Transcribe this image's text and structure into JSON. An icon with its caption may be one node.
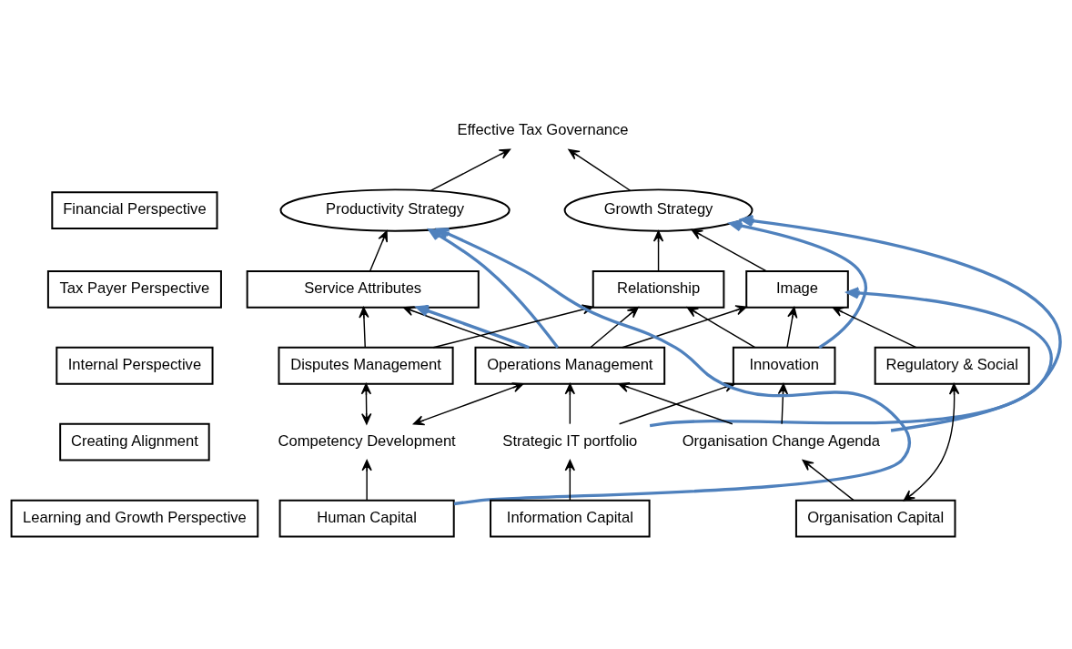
{
  "diagram": {
    "nodes": [
      {
        "text": [
          "Financial Perspective"
        ]
      },
      {
        "text": [
          "Tax Payer Perspective"
        ]
      },
      {
        "text": [
          "Internal Perspective"
        ]
      },
      {
        "text": [
          "Creating Alignment"
        ]
      },
      {
        "text": [
          "Learning and Growth Perspective"
        ]
      },
      {
        "text": [
          "Effective Tax Governance"
        ]
      },
      {
        "text": [
          "Productivity Strategy"
        ]
      },
      {
        "text": [
          "Growth Strategy"
        ]
      },
      {
        "text": [
          "Service Attributes"
        ]
      },
      {
        "text": [
          "Relationship"
        ]
      },
      {
        "text": [
          "Image"
        ]
      },
      {
        "text": [
          "Operations Management"
        ]
      },
      {
        "text": [
          "Disputes Management"
        ]
      },
      {
        "text": [
          "Innovation"
        ]
      },
      {
        "text": [
          "Regulatory & Social"
        ]
      },
      {
        "text": [
          "Competency Development"
        ]
      },
      {
        "text": [
          "Strategic IT portfolio"
        ]
      },
      {
        "text": [
          "Organisation Change Agenda"
        ]
      },
      {
        "text": [
          "Human Capital"
        ]
      },
      {
        "text": [
          "Information Capital"
        ]
      },
      {
        "text": [
          "Organisation Capital"
        ]
      }
    ],
    "edges": [
      {
        "from": 6,
        "to": 5,
        "arrow": "to"
      },
      {
        "from": 7,
        "to": 5,
        "arrow": "to"
      },
      {
        "from": 8,
        "to": 6,
        "arrow": "to"
      },
      {
        "from": 9,
        "to": 7,
        "arrow": "to"
      },
      {
        "from": 10,
        "to": 7,
        "arrow": "to"
      },
      {
        "from": 11,
        "to": 8,
        "arrow": "to"
      },
      {
        "from": 12,
        "to": 8,
        "arrow": "to"
      },
      {
        "from": 11,
        "to": 9,
        "arrow": "to"
      },
      {
        "from": 11,
        "to": 10,
        "arrow": "to"
      },
      {
        "from": 12,
        "to": 9,
        "arrow": "to"
      },
      {
        "from": 13,
        "to": 9,
        "arrow": "to"
      },
      {
        "from": 13,
        "to": 10,
        "arrow": "to"
      },
      {
        "from": 14,
        "to": 10,
        "arrow": "to"
      },
      {
        "from": 15,
        "to": 11,
        "arrow": "both"
      },
      {
        "from": 15,
        "to": 12,
        "arrow": "both"
      },
      {
        "from": 16,
        "to": 11,
        "arrow": "to"
      },
      {
        "from": 16,
        "to": 13,
        "arrow": "to"
      },
      {
        "from": 17,
        "to": 11,
        "arrow": "to"
      },
      {
        "from": 17,
        "to": 13,
        "arrow": "to"
      },
      {
        "from": 20,
        "to": 14,
        "arrow": "both"
      },
      {
        "from": 20,
        "to": 17,
        "arrow": "to"
      },
      {
        "from": 18,
        "to": 15,
        "arrow": "to"
      },
      {
        "from": 19,
        "to": 16,
        "arrow": "to"
      },
      {
        "from": 18,
        "to": 6,
        "arrow": "to",
        "style": "thick",
        "color": "#4f81bd"
      },
      {
        "from": 11,
        "to": 6,
        "arrow": "to",
        "style": "thick",
        "color": "#4f81bd"
      },
      {
        "from": 11,
        "to": 8,
        "arrow": "to",
        "style": "thick",
        "color": "#4f81bd"
      },
      {
        "from": 16,
        "to": 7,
        "arrow": "to",
        "style": "thick",
        "color": "#4f81bd"
      },
      {
        "from": 13,
        "to": 7,
        "arrow": "to",
        "style": "thick",
        "color": "#4f81bd"
      },
      {
        "from": 17,
        "to": 10,
        "arrow": "to",
        "style": "thick",
        "color": "#4f81bd"
      }
    ]
  }
}
